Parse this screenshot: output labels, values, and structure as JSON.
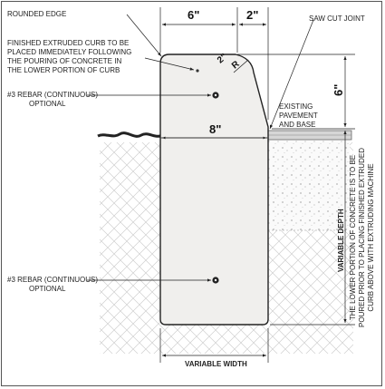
{
  "colors": {
    "line": "#222222",
    "curb_fill": "#f0efed",
    "soil_hatch": "#cfcfcf",
    "base_fill": "#fafafa",
    "base_dots": "#b5b5b5"
  },
  "labels": {
    "rounded_edge": "ROUNDED EDGE",
    "finished_curb_lines": [
      "FINISHED EXTRUDED CURB TO BE",
      "PLACED IMMEDIATELY FOLLOWING",
      "THE POURING OF CONCRETE IN",
      "THE LOWER PORTION OF CURB"
    ],
    "rebar_top_lines": [
      "#3 REBAR (CONTINUOUS)",
      "OPTIONAL"
    ],
    "rebar_bottom_lines": [
      "#3 REBAR (CONTINUOUS)",
      "OPTIONAL"
    ],
    "saw_cut_joint": "SAW CUT JOINT",
    "existing_pavement_lines": [
      "EXISTING",
      "PAVEMENT",
      "AND BASE"
    ],
    "variable_width": "VARIABLE WIDTH",
    "variable_depth": "VARIABLE DEPTH",
    "lower_portion_note_lines": [
      "THE LOWER PORTION OF CONCRETE IS TO BE",
      "POURED PRIOR TO PLACING FINISHED EXTRUDED",
      "CURB ABOVE WITH EXTRUDING MACHINE"
    ]
  },
  "dimensions": {
    "top_width": "6\"",
    "batter": "2\"",
    "radius": "2\"",
    "radius_letter": "R",
    "curb_height": "6\"",
    "base_width": "8\""
  }
}
